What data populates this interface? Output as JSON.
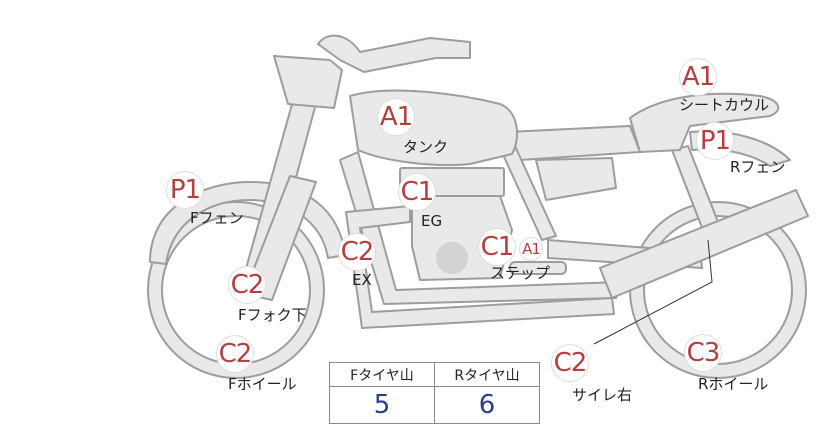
{
  "colors": {
    "badge_text": "#b5403f",
    "value_text": "#2a3d8f",
    "bike_fill": "#e9e9e9",
    "bike_stroke": "#9d9d9d"
  },
  "markers": [
    {
      "code": "A1",
      "label": "タンク"
    },
    {
      "code": "A1",
      "label": "シートカウル"
    },
    {
      "code": "P1",
      "label": "Rフェン"
    },
    {
      "code": "P1",
      "label": "Fフェン"
    },
    {
      "code": "C1",
      "label": "EG"
    },
    {
      "code": "C2",
      "label": "EX"
    },
    {
      "code": "C1",
      "label": "ステップ"
    },
    {
      "code": "A1",
      "label": ""
    },
    {
      "code": "C2",
      "label": "Fフォク下"
    },
    {
      "code": "C2",
      "label": "Fホイール"
    },
    {
      "code": "C2",
      "label": "サイレ右"
    },
    {
      "code": "C3",
      "label": "Rホイール"
    }
  ],
  "tire_table": {
    "headers": [
      "Fタイヤ山",
      "Rタイヤ山"
    ],
    "values": [
      "5",
      "6"
    ]
  }
}
